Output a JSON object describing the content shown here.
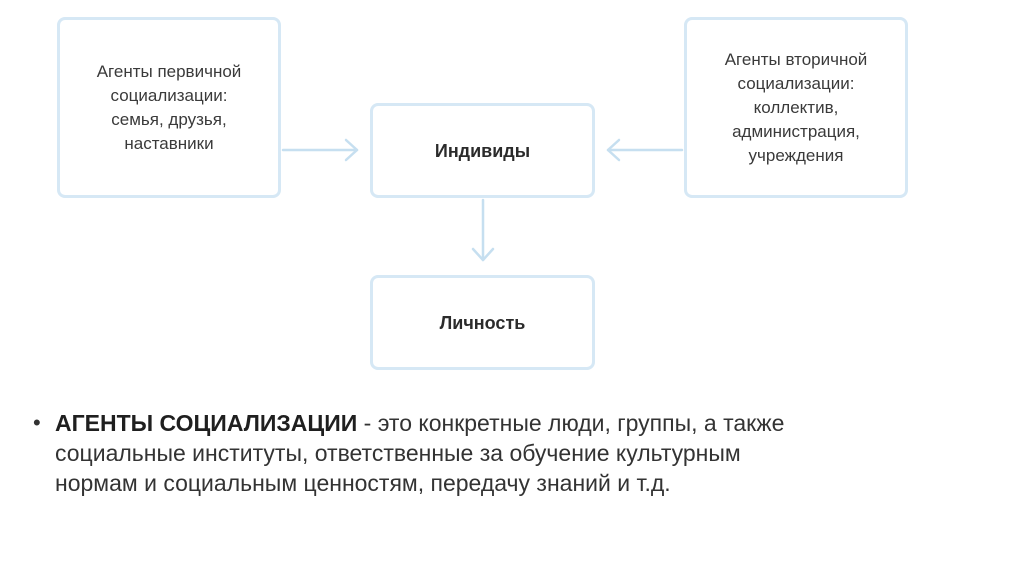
{
  "diagram": {
    "primary_agents": "Агенты первичной\nсоциализации:\nсемья, друзья,\nнаставники",
    "secondary_agents": "Агенты вторичной\nсоциализации:\nколлектив,\nадминистрация,\nучреждения",
    "individuals": "Индивиды",
    "personality": "Личность"
  },
  "definition": {
    "bullet": "•",
    "term": "АГЕНТЫ СОЦИАЛИЗАЦИИ",
    "text": " - это конкретные люди, группы, а также социальные институты, ответственные за обучение культурным нормам и социальным ценностям, передачу знаний и т.д."
  },
  "colors": {
    "box_border": "#d6e8f5",
    "arrow": "#c6dff0",
    "text": "#2b2b2b"
  }
}
